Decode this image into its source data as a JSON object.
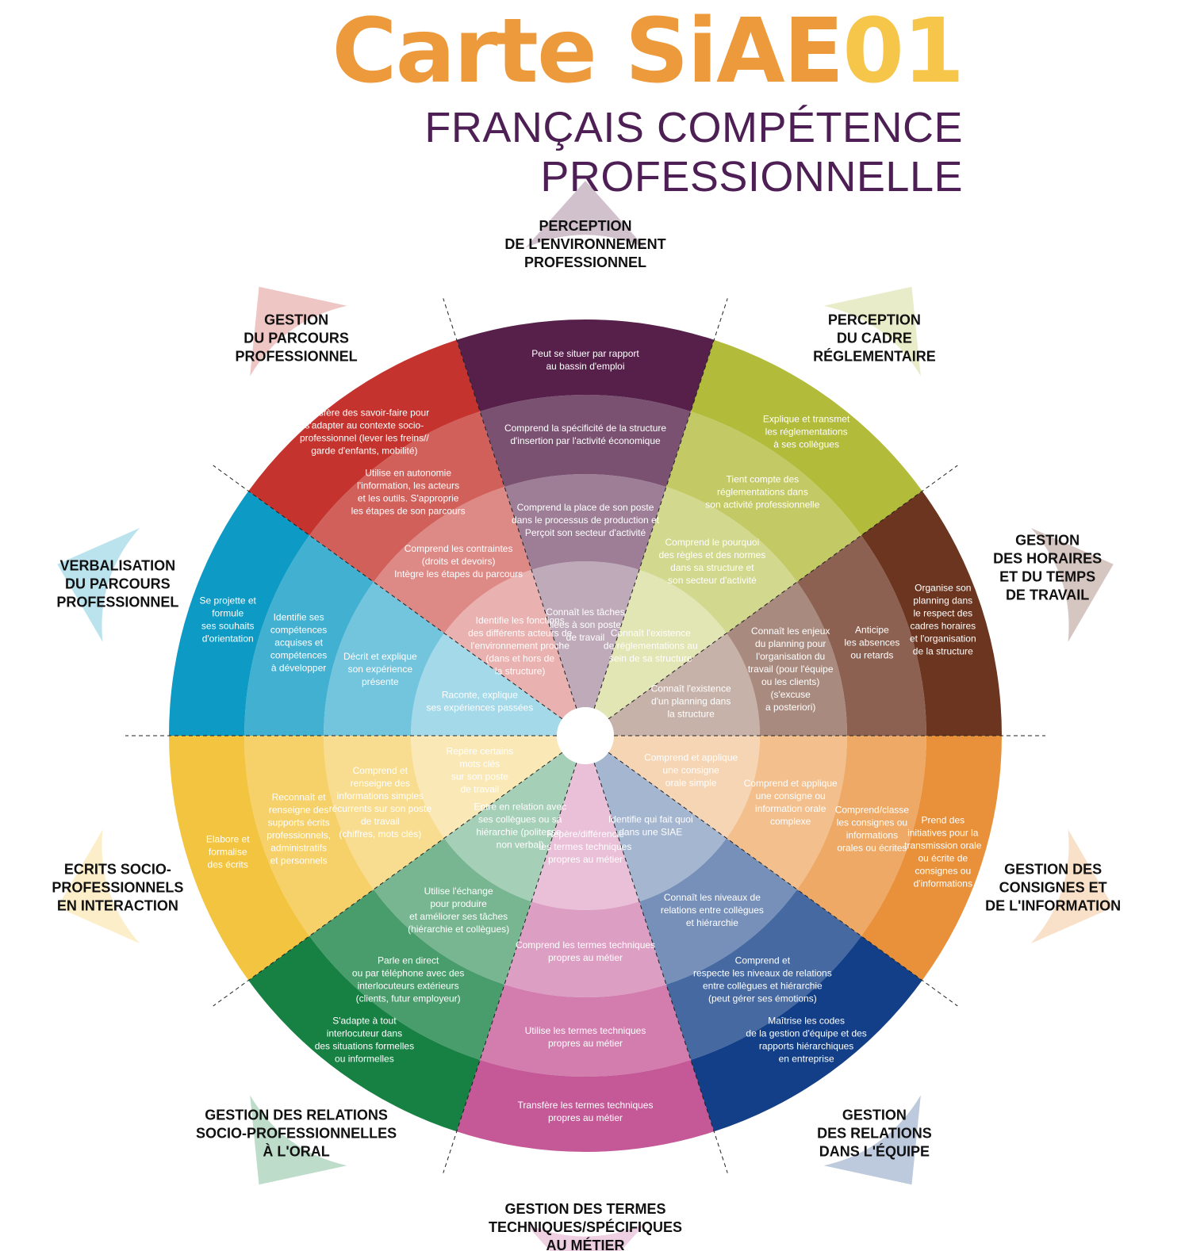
{
  "header": {
    "title_main": "Carte SiAE",
    "title_num": "01",
    "subtitle_line1": "FRANÇAIS COMPÉTENCE",
    "subtitle_line2": "PROFESSIONNELLE"
  },
  "wheel": {
    "sectors": [
      {
        "id": "perception-environnement",
        "label": [
          "PERCEPTION",
          "DE L'ENVIRONNEMENT",
          "PROFESSIONNEL"
        ],
        "color": "#56204a",
        "levels": [
          [
            "Connaît les tâches",
            "liées à son poste",
            "de travail"
          ],
          [
            "Comprend la place de son poste",
            "dans le processus de production et",
            "Perçoit son secteur d'activité"
          ],
          [
            "Comprend la spécificité de la structure",
            "d'insertion par l'activité économique"
          ],
          [
            "Peut se situer par rapport",
            "au bassin d'emploi"
          ]
        ]
      },
      {
        "id": "perception-cadre",
        "label": [
          "PERCEPTION",
          "DU CADRE",
          "RÉGLEMENTAIRE"
        ],
        "color": "#b2bb3a",
        "levels": [
          [
            "Connaît l'existence",
            "de réglementations au",
            "sein de sa structure"
          ],
          [
            "Comprend le pourquoi",
            "des règles et des normes",
            "dans sa structure et",
            "son secteur d'activité"
          ],
          [
            "Tient compte des",
            "réglementations dans",
            "son activité professionnelle"
          ],
          [
            "Explique et transmet",
            "les réglementations",
            "à ses collègues"
          ]
        ]
      },
      {
        "id": "horaires",
        "label": [
          "GESTION",
          "DES HORAIRES",
          "ET DU TEMPS",
          "DE TRAVAIL"
        ],
        "color": "#6b3520",
        "levels": [
          [
            "Connaît l'existence",
            "d'un planning dans",
            "la structure"
          ],
          [
            "Connaît les enjeux",
            "du planning pour",
            "l'organisation du",
            "travail (pour l'équipe",
            "ou les clients)",
            "(s'excuse",
            "a posteriori)"
          ],
          [
            "Anticipe",
            "les absences",
            "ou retards"
          ],
          [
            "Organise son",
            "planning dans",
            "le respect des",
            "cadres horaires",
            "et l'organisation",
            "de la structure"
          ]
        ]
      },
      {
        "id": "consignes",
        "label": [
          "GESTION DES",
          "CONSIGNES ET",
          "DE L'INFORMATION"
        ],
        "color": "#e8913a",
        "levels": [
          [
            "Comprend et applique",
            "une consigne",
            "orale simple"
          ],
          [
            "Comprend et applique",
            "une consigne ou",
            "information orale",
            "complexe"
          ],
          [
            "Comprend/classe",
            "les consignes ou",
            "informations",
            "orales ou écrites"
          ],
          [
            "Prend des",
            "initiatives pour la",
            "transmission orale",
            "ou écrite de",
            "consignes ou",
            "d'informations"
          ]
        ]
      },
      {
        "id": "relations-equipe",
        "label": [
          "GESTION",
          "DES RELATIONS",
          "DANS L'ÉQUIPE"
        ],
        "color": "#123f87",
        "levels": [
          [
            "Identifie qui fait quoi",
            "dans une SIAE"
          ],
          [
            "Connaît les niveaux de",
            "relations entre collègues",
            "et hiérarchie"
          ],
          [
            "Comprend et",
            "respecte les niveaux de relations",
            "entre collègues et hiérarchie",
            "(peut gérer ses émotions)"
          ],
          [
            "Maîtrise les codes",
            "de la gestion d'équipe et des",
            "rapports hiérarchiques",
            "en entreprise"
          ]
        ]
      },
      {
        "id": "termes",
        "label": [
          "GESTION DES TERMES",
          "TECHNIQUES/SPÉCIFIQUES",
          "AU MÉTIER"
        ],
        "color": "#c55897",
        "levels": [
          [
            "Repère/différencie",
            "les termes techniques",
            "propres au métier"
          ],
          [
            "Comprend les termes techniques",
            "propres au métier"
          ],
          [
            "Utilise les termes techniques",
            "propres au métier"
          ],
          [
            "Transfère les termes techniques",
            "propres au métier"
          ]
        ]
      },
      {
        "id": "relations-oral",
        "label": [
          "GESTION DES RELATIONS",
          "SOCIO-PROFESSIONNELLES",
          "À L'ORAL"
        ],
        "color": "#168143",
        "levels": [
          [
            "Entre en relation avec",
            "ses collègues ou sa",
            "hiérarchie (politesse,",
            "non verbal)"
          ],
          [
            "Utilise l'échange",
            "pour produire",
            "et améliorer ses tâches",
            "(hiérarchie et collègues)"
          ],
          [
            "Parle en direct",
            "ou par téléphone avec des",
            "interlocuteurs extérieurs",
            "(clients, futur employeur)"
          ],
          [
            "S'adapte à tout",
            "interlocuteur dans",
            "des situations formelles",
            "ou informelles"
          ]
        ]
      },
      {
        "id": "ecrits",
        "label": [
          "ECRITS SOCIO-",
          "PROFESSIONNELS",
          "EN INTERACTION"
        ],
        "color": "#f3c43f",
        "levels": [
          [
            "Repère certains",
            "mots clés",
            "sur son poste",
            "de travail"
          ],
          [
            "Comprend et",
            "renseigne des",
            "informations simples",
            "récurrents sur son poste",
            "de travail",
            "(chiffres, mots clés)"
          ],
          [
            "Reconnaît et",
            "renseigne des",
            "supports écrits",
            "professionnels,",
            "administratifs",
            "et personnels"
          ],
          [
            "Elabore et",
            "formalise",
            "des écrits"
          ]
        ]
      },
      {
        "id": "verbalisation",
        "label": [
          "VERBALISATION",
          "DU PARCOURS",
          "PROFESSIONNEL"
        ],
        "color": "#0d9ac4",
        "levels": [
          [
            "Raconte, explique",
            "ses expériences passées"
          ],
          [
            "Décrit et explique",
            "son expérience",
            "présente"
          ],
          [
            "Identifie ses",
            "compétences",
            "acquises et",
            "compétences",
            "à développer"
          ],
          [
            "Se projette et",
            "formule",
            "ses souhaits",
            "d'orientation"
          ]
        ]
      },
      {
        "id": "parcours",
        "label": [
          "GESTION",
          "DU PARCOURS",
          "PROFESSIONNEL"
        ],
        "color": "#c4332d",
        "levels": [
          [
            "Identifie les fonctions",
            "des différents acteurs de",
            "l'environnement proche",
            "(dans et hors de",
            "la structure)"
          ],
          [
            "Comprend les contraintes",
            "(droits et devoirs)",
            "Intègre les étapes du  parcours"
          ],
          [
            "Utilise en autonomie",
            "l'information, les acteurs",
            "et les outils. S'approprie",
            "les étapes de son parcours"
          ],
          [
            "Transfère des savoir-faire pour",
            "s'adapter au contexte socio-",
            "professionnel (lever les freins//",
            "garde d'enfants, mobilité)"
          ]
        ]
      }
    ]
  }
}
